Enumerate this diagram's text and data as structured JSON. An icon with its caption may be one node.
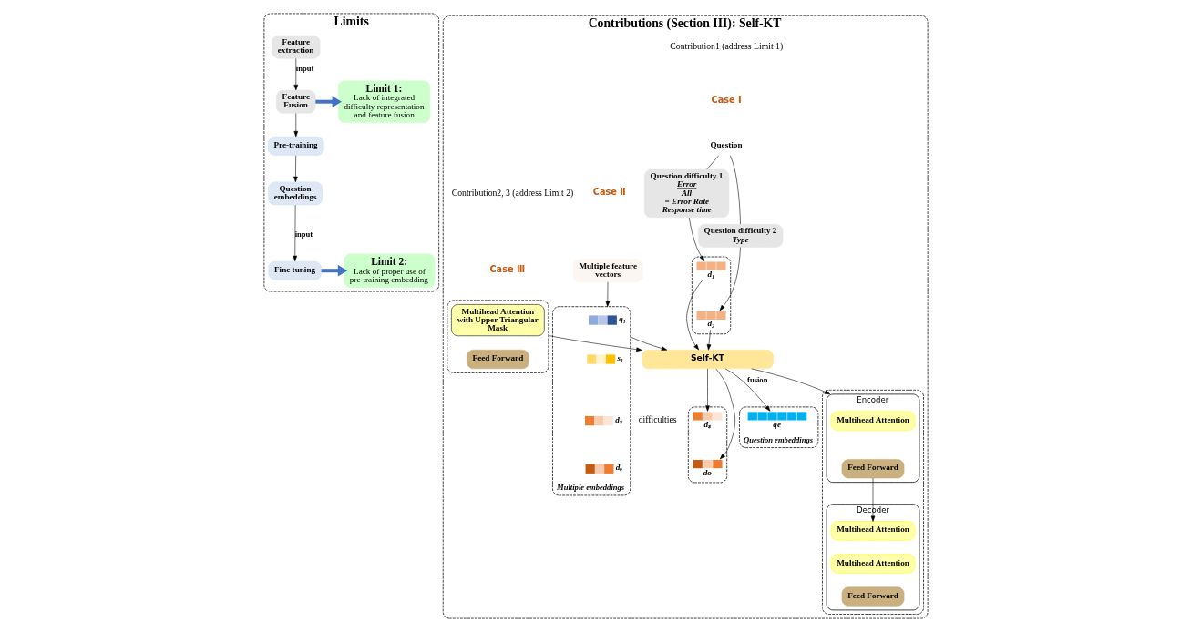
{
  "diagram": {
    "nodes": [
      {
        "text": [
          "Limits"
        ]
      },
      {
        "text": [
          "Feature extraction"
        ],
        "in": 0
      },
      {
        "text": [
          "Feature Fusion"
        ],
        "in": 0
      },
      {
        "text": [
          "Pre-training"
        ],
        "in": 0
      },
      {
        "text": [
          "Question embeddings"
        ],
        "in": 0
      },
      {
        "text": [
          "Fine tuning"
        ],
        "in": 0
      },
      {
        "text": [
          "Limit 1:",
          "Lack of integrated difficulty representation and feature fusion"
        ],
        "in": 0
      },
      {
        "text": [
          "Limit 2:",
          "Lack of proper use of pre-training embedding"
        ],
        "in": 0
      },
      {
        "text": [
          "Contributions (Section III): Self-KT"
        ]
      },
      {
        "text": [
          "Question"
        ],
        "in": 8
      },
      {
        "text": [
          "Question difficulty 1",
          "Error",
          "All",
          "= Error Rate",
          "Response time"
        ],
        "in": 8
      },
      {
        "text": [
          "Question difficulty 2",
          "Type"
        ],
        "in": 8
      },
      {
        "text": [],
        "shape": "box",
        "in": 8
      },
      {
        "text": [
          "d₁"
        ],
        "in": 12
      },
      {
        "text": [
          "d₂"
        ],
        "in": 12
      },
      {
        "text": [
          "Self-KT"
        ],
        "in": 8
      },
      {
        "text": [],
        "shape": "box",
        "in": 8
      },
      {
        "text": [
          "dₛ"
        ],
        "in": 16
      },
      {
        "text": [
          "do"
        ],
        "in": 16
      },
      {
        "text": [
          "Multiple feature vectors"
        ],
        "in": 8
      },
      {
        "text": [
          "Multiple embeddings"
        ],
        "in": 8
      },
      {
        "text": [
          "q₁"
        ],
        "in": 20
      },
      {
        "text": [
          "s₁"
        ],
        "in": 20
      },
      {
        "text": [
          "dₛ"
        ],
        "in": 20
      },
      {
        "text": [
          "dₒ"
        ],
        "in": 20
      },
      {
        "text": [
          "Question embeddings"
        ],
        "in": 8
      },
      {
        "text": [
          "qe"
        ],
        "in": 25
      },
      {
        "text": [],
        "shape": "box",
        "in": 8
      },
      {
        "text": [
          "Multihead Attention with Upper Triangular Mask"
        ],
        "in": 27
      },
      {
        "text": [
          "Feed Forward"
        ],
        "in": 27
      },
      {
        "text": [],
        "shape": "box",
        "in": 8
      },
      {
        "text": [
          "Encoder"
        ],
        "in": 30
      },
      {
        "text": [
          "Multihead Attention"
        ],
        "in": 31
      },
      {
        "text": [
          "Feed Forward"
        ],
        "in": 31
      },
      {
        "text": [
          "Decoder"
        ],
        "in": 30
      },
      {
        "text": [
          "Multihead Attention"
        ],
        "in": 34
      },
      {
        "text": [
          "Multihead Attention"
        ],
        "in": 34
      },
      {
        "text": [
          "Feed Forward"
        ],
        "in": 34
      }
    ],
    "edges": [
      {
        "from": 1,
        "to": 2,
        "arrow": "to",
        "label": "input"
      },
      {
        "from": 2,
        "to": 3,
        "arrow": "to"
      },
      {
        "from": 3,
        "to": 4,
        "arrow": "to"
      },
      {
        "from": 4,
        "to": 5,
        "arrow": "to",
        "label": "input"
      },
      {
        "from": 2,
        "to": 6,
        "arrow": "to",
        "style": "thick",
        "color": "#4472c4"
      },
      {
        "from": 5,
        "to": 7,
        "arrow": "to",
        "style": "thick",
        "color": "#4472c4"
      },
      {
        "from": 9,
        "to": 10,
        "arrow": "none"
      },
      {
        "from": 9,
        "to": 11,
        "arrow": "none"
      },
      {
        "from": 10,
        "to": 13,
        "arrow": "to"
      },
      {
        "from": 11,
        "to": 14,
        "arrow": "to"
      },
      {
        "from": 13,
        "to": 15,
        "arrow": "to"
      },
      {
        "from": 14,
        "to": 15,
        "arrow": "to"
      },
      {
        "from": 15,
        "to": 17,
        "arrow": "to"
      },
      {
        "from": 15,
        "to": 18,
        "arrow": "to"
      },
      {
        "from": 19,
        "to": 20,
        "arrow": "to"
      },
      {
        "from": 20,
        "to": 15,
        "arrow": "to"
      },
      {
        "from": 15,
        "to": 26,
        "arrow": "to",
        "label": "fusion"
      },
      {
        "from": 27,
        "to": 15,
        "arrow": "to"
      },
      {
        "from": 15,
        "to": 31,
        "arrow": "to"
      },
      {
        "from": 33,
        "to": 35,
        "arrow": "to"
      }
    ],
    "labels": [
      "Contribution1 (address Limit 1)",
      "Case Ⅰ",
      "difficulties",
      "Case Ⅱ",
      "Contribution2, 3 (address Limit 2)",
      "Case Ⅲ"
    ]
  }
}
